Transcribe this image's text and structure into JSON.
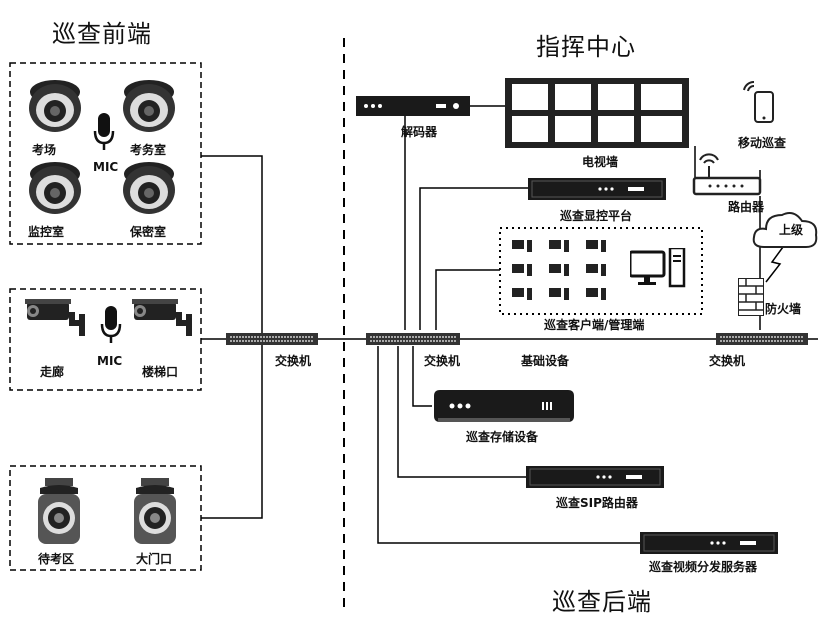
{
  "titles": {
    "front": "巡查前端",
    "center": "指挥中心",
    "back": "巡查后端"
  },
  "front": {
    "group1": {
      "cam1": "考场",
      "cam2": "考务室",
      "mic": "MIC",
      "cam3": "监控室",
      "cam4": "保密室"
    },
    "group2": {
      "cam1": "走廊",
      "mic": "MIC",
      "cam2": "楼梯口"
    },
    "group3": {
      "cam1": "待考区",
      "cam2": "大门口"
    },
    "switch": "交换机"
  },
  "center": {
    "decoder": "解码器",
    "tv_wall": "电视墙",
    "mobile": "移动巡查",
    "display_platform": "巡查显控平台",
    "router": "路由器",
    "cloud": "上级",
    "client": "巡查客户端/管理端",
    "firewall": "防火墙",
    "switch_left": "交换机",
    "base": "基础设备",
    "switch_right": "交换机",
    "storage": "巡查存储设备",
    "sip": "巡查SIP路由器",
    "vds": "巡查视频分发服务器"
  }
}
